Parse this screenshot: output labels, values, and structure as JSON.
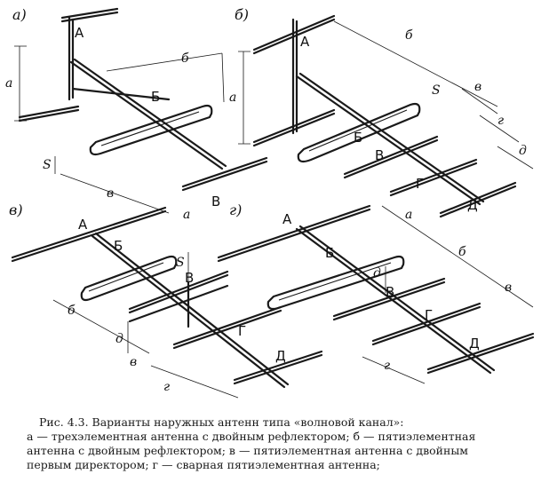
{
  "panels": {
    "a": {
      "label": "а)",
      "elements": [
        "А",
        "Б",
        "В"
      ],
      "dims": [
        "а",
        "б",
        "в",
        "S"
      ]
    },
    "b": {
      "label": "б)",
      "elements": [
        "А",
        "Б",
        "В",
        "Г",
        "Д"
      ],
      "dims": [
        "а",
        "б",
        "в",
        "г",
        "д",
        "S"
      ]
    },
    "c": {
      "label": "в)",
      "elements": [
        "А",
        "Б",
        "В",
        "Г",
        "Д"
      ],
      "dims": [
        "а",
        "б",
        "д",
        "в",
        "г",
        "S"
      ]
    },
    "d": {
      "label": "г)",
      "elements": [
        "А",
        "Б",
        "В",
        "Г",
        "Д"
      ],
      "dims": [
        "а",
        "б",
        "в",
        "г",
        "д"
      ]
    }
  },
  "caption": {
    "title": "Рис. 4.3. Варианты наружных антенн типа «волновой канал»:",
    "line1": "а — трехэлементная антенна с двойным рефлектором; б — пятиэлементная",
    "line2": "антенна с двойным рефлектором; в — пятиэлементная антенна с двойным",
    "line3": "первым директором; г — сварная пятиэлементная антенна;"
  }
}
